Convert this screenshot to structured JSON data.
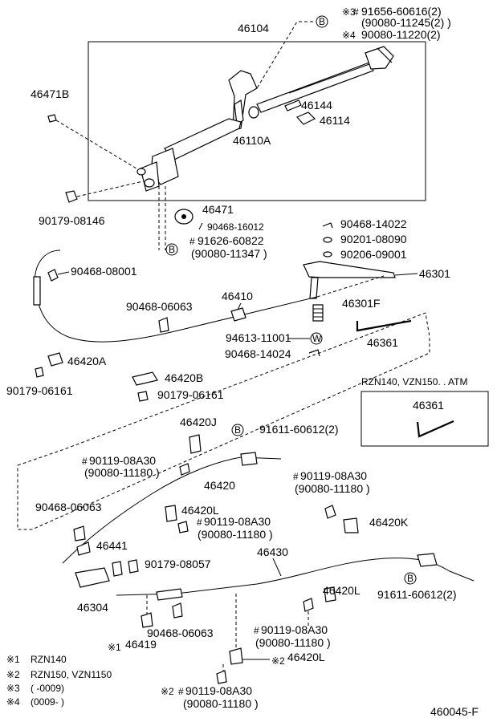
{
  "diagram_id": "460045-F",
  "parts": {
    "p46104": "46104",
    "p46471B": "46471B",
    "p90179_08146": "90179-08146",
    "p46144": "46144",
    "p46114": "46114",
    "p46110A": "46110A",
    "p46471": "46471",
    "p90468_16012": "90468-16012",
    "p91626_60822": "91626-60822",
    "p90080_11347": "(90080-11347 )",
    "p91656_60616": "91656-60616(2)",
    "p90080_11245": "(90080-11245(2)  )",
    "p90080_11220": "90080-11220(2)",
    "p90468_14022": "90468-14022",
    "p90201_08090": "90201-08090",
    "p90206_09001": "90206-09001",
    "p46301": "46301",
    "p46301F": "46301F",
    "p46361a": "46361",
    "p94613_11001": "94613-11001",
    "p90468_14024": "90468-14024",
    "p90468_08001": "90468-08001",
    "p90468_06063a": "90468-06063",
    "p46410": "46410",
    "p46420A": "46420A",
    "p90179_06161a": "90179-06161",
    "p46420B": "46420B",
    "p90179_06161b": "90179-06161",
    "inset_title": "RZN140, VZN150. . ATM",
    "p46361b": "46361",
    "p46420J": "46420J",
    "p91611_60612a": "91611-60612(2)",
    "p90119_08A30a": "90119-08A30",
    "p90080_11180a": "(90080-11180 )",
    "p46420": "46420",
    "p90119_08A30b": "90119-08A30",
    "p90080_11180b": "(90080-11180 )",
    "p90468_06063b": "90468-06063",
    "p46420L_a": "46420L",
    "p90119_08A30c": "90119-08A30",
    "p90080_11180c": "(90080-11180 )",
    "p46420K": "46420K",
    "p46441": "46441",
    "p90179_08057": "90179-08057",
    "p46430": "46430",
    "p46304": "46304",
    "p46420L_b": "46420L",
    "p91611_60612b": "91611-60612(2)",
    "p90119_08A30d": "90119-08A30",
    "p90080_11180d": "(90080-11180 )",
    "p90468_06063c": "90468-06063",
    "p46419": "46419",
    "p46420L_c": "46420L",
    "p90119_08A30e": "90119-08A30",
    "p90080_11180e": "(90080-11180 )"
  },
  "marks": {
    "hash": "#",
    "note1": "※1",
    "note2": "※2",
    "note3": "※3",
    "note4": "※4",
    "circle_B": "B",
    "circle_W": "W"
  },
  "legend": [
    {
      "mark": "※1",
      "text": "RZN140"
    },
    {
      "mark": "※2",
      "text": "RZN150, VZN1150"
    },
    {
      "mark": "※3",
      "text": "(       -0009)"
    },
    {
      "mark": "※4",
      "text": "(0009-       )"
    }
  ]
}
